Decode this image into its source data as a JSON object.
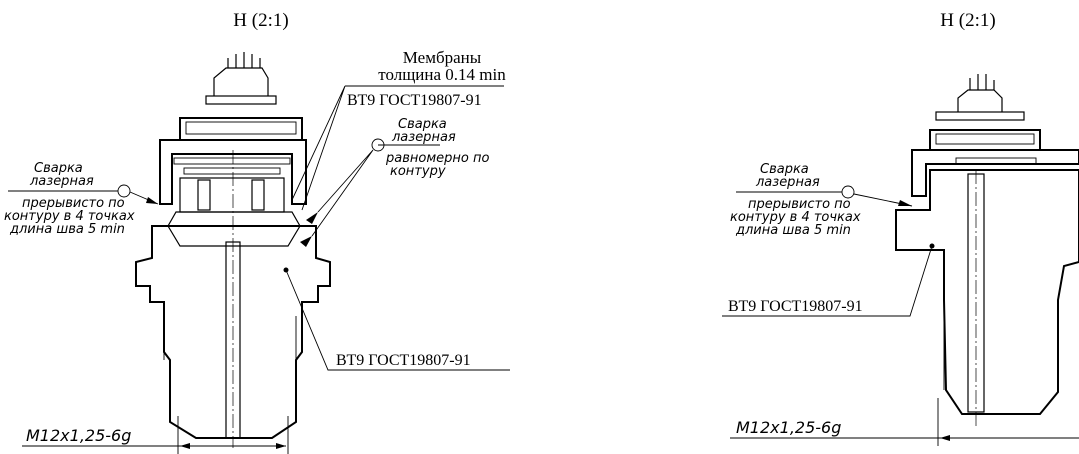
{
  "left_view": {
    "view_title": "Н (2:1)",
    "membrane_note_line1": "Мембраны",
    "membrane_note_line2": "толщина 0.14 min",
    "membrane_material": "ВТ9 ГОСТ19807-91",
    "weld_right_line1": "Сварка",
    "weld_right_line2": "лазерная",
    "weld_right_line3": "равномерно по",
    "weld_right_line4": "контуру",
    "weld_left_line1": "Сварка",
    "weld_left_line2": "лазерная",
    "weld_left_line3": "прерывисто по",
    "weld_left_line4": "контуру в  4 точках",
    "weld_left_line5": "длина шва 5 min",
    "body_material": "ВТ9 ГОСТ19807-91",
    "thread_label": "M12x1,25-6g"
  },
  "right_view": {
    "view_title": "Н (2:1)",
    "weld_line1": "Сварка",
    "weld_line2": "лазерная",
    "weld_line3": "прерывисто по",
    "weld_line4": "контуру в  4 точках",
    "weld_line5": "длина шва 5 min",
    "body_material": "ВТ9 ГОСТ19807-91",
    "thread_label": "M12x1,25-6g"
  }
}
